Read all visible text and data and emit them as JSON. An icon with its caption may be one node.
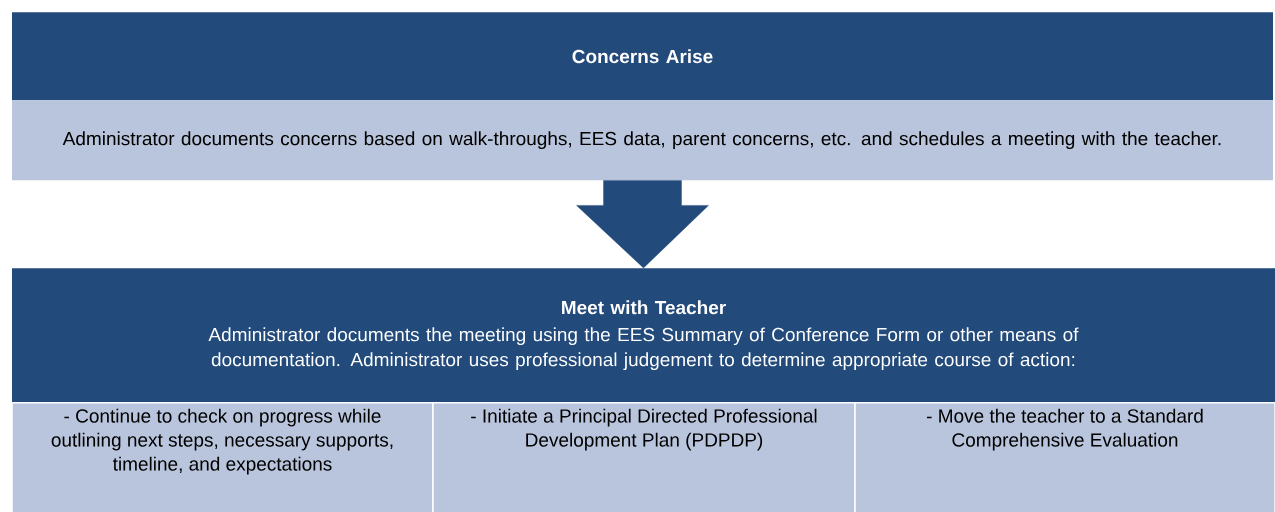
{
  "diagram": {
    "nodes": [
      {
        "text": [
          "Concerns Arise"
        ]
      },
      {
        "text": [
          "Administrator documents concerns based on walk-throughs, EES data, parent concerns, etc. and schedules a meeting with the teacher."
        ]
      },
      {
        "text": [
          "Meet with Teacher",
          "Administrator documents the meeting using the EES Summary of Conference Form or other means of documentation.  Administrator uses professional judgement to determine appropriate course of action:"
        ]
      },
      {
        "text": [
          "- Continue to check on progress while outlining next steps, necessary supports, timeline, and expectations"
        ]
      },
      {
        "text": [
          "- Initiate a Principal Directed Professional Development Plan (PDPDP)"
        ]
      },
      {
        "text": [
          "- Move the teacher to a Standard Comprehensive Evaluation"
        ]
      }
    ],
    "edges": [
      {
        "from": 1,
        "to": 2,
        "arrow": "to"
      }
    ]
  }
}
